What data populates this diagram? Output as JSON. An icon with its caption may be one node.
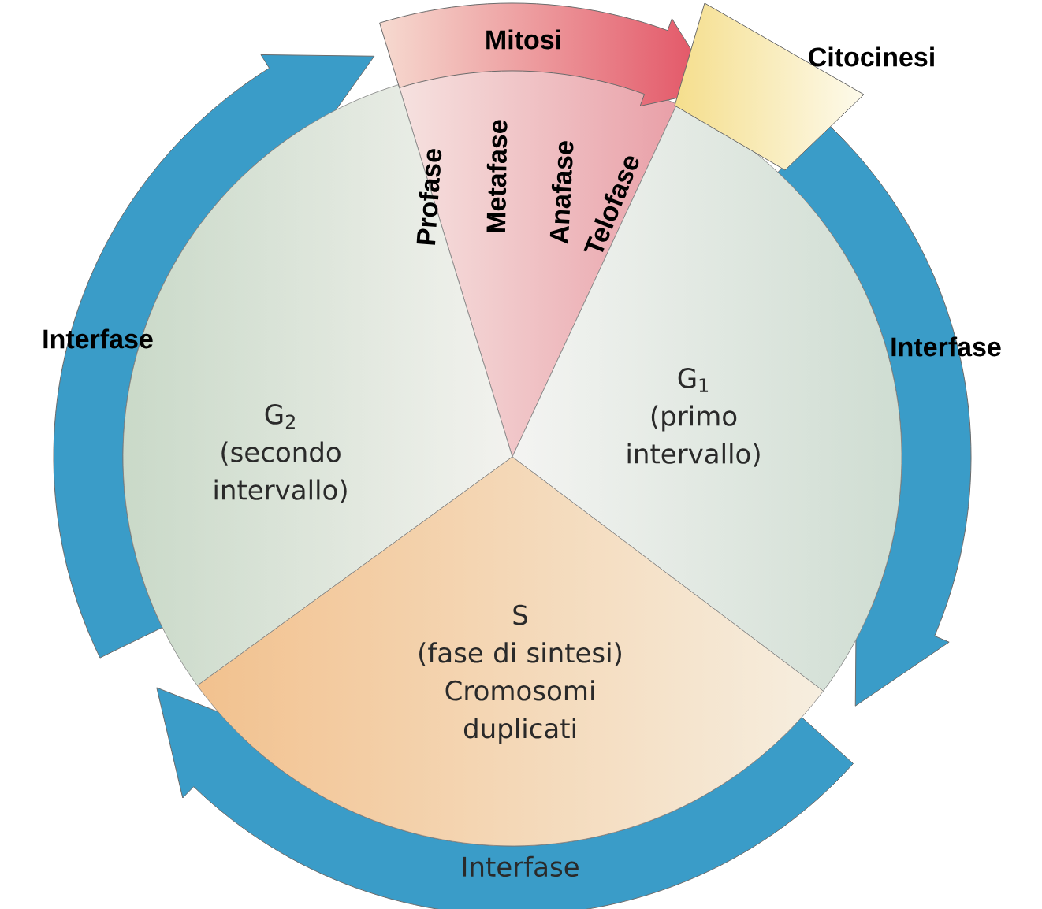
{
  "diagram": {
    "nodes": [
      {
        "text": [
          "Mitosi"
        ]
      },
      {
        "text": [
          "Citocinesi"
        ]
      },
      {
        "text": [
          "Profase",
          "Metafase",
          "Anafase",
          "Telofase"
        ]
      },
      {
        "text": [
          "G$_{2}$",
          "(secondo intervallo)"
        ]
      },
      {
        "text": [
          "G$_{1}$",
          "(primo intervallo)"
        ]
      },
      {
        "text": [
          "S",
          "(fase di sintesi)",
          "Cromosomi duplicati"
        ]
      }
    ],
    "labels": [
      "Interfase",
      "Interfase",
      "Interfase"
    ]
  }
}
